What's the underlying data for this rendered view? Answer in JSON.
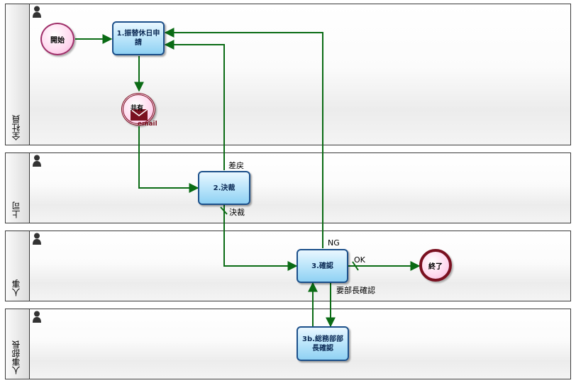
{
  "lanes": [
    {
      "label": "全社員"
    },
    {
      "label": "上司"
    },
    {
      "label": "人事"
    },
    {
      "label": "人事部長"
    }
  ],
  "nodes": {
    "start": {
      "label": "開始"
    },
    "task1": {
      "label": "1.振替休日申請"
    },
    "mail": {
      "label": "共有",
      "sublabel": "email"
    },
    "task2": {
      "label": "2.決裁"
    },
    "task3": {
      "label": "3.確認"
    },
    "task3b": {
      "label": "3b.総務部部長確認"
    },
    "end": {
      "label": "終了"
    }
  },
  "edges": {
    "sashimodoshi": "差戻",
    "kessai": "決裁",
    "ng": "NG",
    "ok": "OK",
    "bucho": "要部長確認"
  },
  "colors": {
    "flow": "#0a6b14",
    "task_border": "#1b4f8a",
    "lane_border": "#3a3a3a"
  }
}
